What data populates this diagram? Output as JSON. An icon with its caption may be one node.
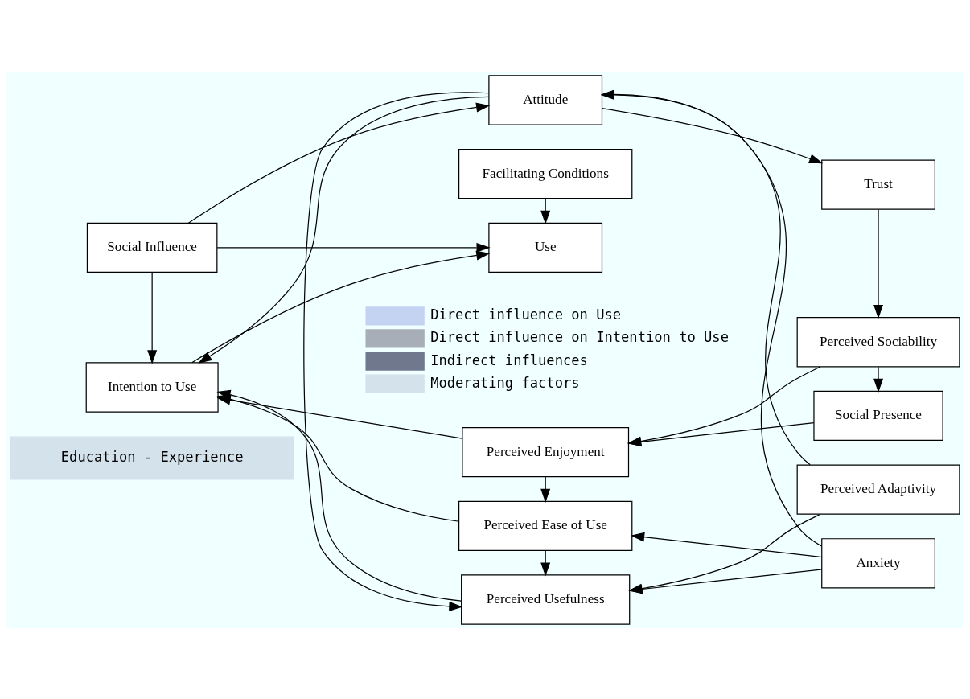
{
  "diagram": {
    "nodes": [
      {
        "text": [
          "Education - Experience"
        ]
      },
      {
        "text": [
          "Social Influence"
        ]
      },
      {
        "text": [
          "Facilitating Conditions"
        ]
      },
      {
        "text": [
          "Trust"
        ]
      },
      {
        "text": [
          "Attitude"
        ]
      },
      {
        "text": [
          "Perceived Adaptivity"
        ]
      },
      {
        "text": [
          "Perceived Usefulness"
        ]
      },
      {
        "text": [
          "Use"
        ]
      },
      {
        "text": [
          "Anxiety"
        ]
      },
      {
        "text": [
          "Intention to Use"
        ]
      },
      {
        "text": [
          "Perceived Ease of Use"
        ]
      },
      {
        "text": [
          "Social Presence"
        ]
      },
      {
        "text": [
          "Perceived Enjoyment"
        ]
      },
      {
        "text": [
          "Perceived Sociability"
        ]
      }
    ],
    "edges": [
      {
        "from": 1,
        "to": 4,
        "arrow": "to"
      },
      {
        "from": 1,
        "to": 9,
        "arrow": "to"
      },
      {
        "from": 1,
        "to": 7,
        "arrow": "to"
      },
      {
        "from": 2,
        "to": 7,
        "arrow": "to"
      },
      {
        "from": 4,
        "to": 3,
        "arrow": "to"
      },
      {
        "from": 3,
        "to": 13,
        "arrow": "to"
      },
      {
        "from": 5,
        "to": 4,
        "arrow": "to"
      },
      {
        "from": 5,
        "to": 6,
        "arrow": "to"
      },
      {
        "from": 8,
        "to": 4,
        "arrow": "to"
      },
      {
        "from": 8,
        "to": 6,
        "arrow": "to"
      },
      {
        "from": 8,
        "to": 10,
        "arrow": "to"
      },
      {
        "from": 4,
        "to": 6,
        "arrow": "to"
      },
      {
        "from": 4,
        "to": 9,
        "arrow": "to"
      },
      {
        "from": 6,
        "to": 9,
        "arrow": "to"
      },
      {
        "from": 10,
        "to": 6,
        "arrow": "to"
      },
      {
        "from": 10,
        "to": 9,
        "arrow": "to"
      },
      {
        "from": 12,
        "to": 10,
        "arrow": "to"
      },
      {
        "from": 12,
        "to": 9,
        "arrow": "to"
      },
      {
        "from": 11,
        "to": 12,
        "arrow": "to"
      },
      {
        "from": 13,
        "to": 11,
        "arrow": "to"
      },
      {
        "from": 13,
        "to": 12,
        "arrow": "to"
      },
      {
        "from": 9,
        "to": 7,
        "arrow": "to"
      }
    ],
    "legend": [
      {
        "text": "Direct influence on Use",
        "color": "#c5d3f2"
      },
      {
        "text": "Direct influence on Intention to Use",
        "color": "#a8aeb8"
      },
      {
        "text": "Indirect influences",
        "color": "#70788e"
      },
      {
        "text": "Moderating factors",
        "color": "#d4e2ec"
      }
    ]
  }
}
